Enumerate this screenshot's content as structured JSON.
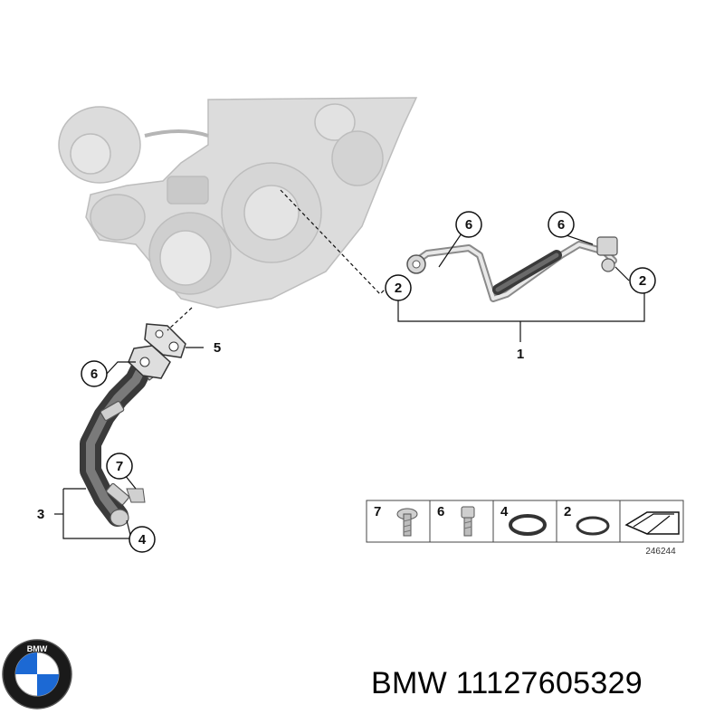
{
  "callouts": {
    "c6a": "6",
    "c6b": "6",
    "c2a": "2",
    "c2b": "2",
    "c1": "1",
    "c5": "5",
    "c6c": "6",
    "c7": "7",
    "c3": "3",
    "c4": "4"
  },
  "legend": {
    "items": [
      {
        "number": "7"
      },
      {
        "number": "6"
      },
      {
        "number": "4"
      },
      {
        "number": "2"
      }
    ],
    "ref": "246244"
  },
  "footer": {
    "brand": "BMW",
    "part_number": "11127605329"
  },
  "colors": {
    "ink": "#111111",
    "engine_gray": "#d9d9d9",
    "hose_dark": "#555555",
    "bmw_blue": "#1c69d4"
  },
  "icons": [
    "bmw-logo-icon",
    "bolt-icon",
    "o-ring-icon",
    "direction-arrow-icon"
  ]
}
